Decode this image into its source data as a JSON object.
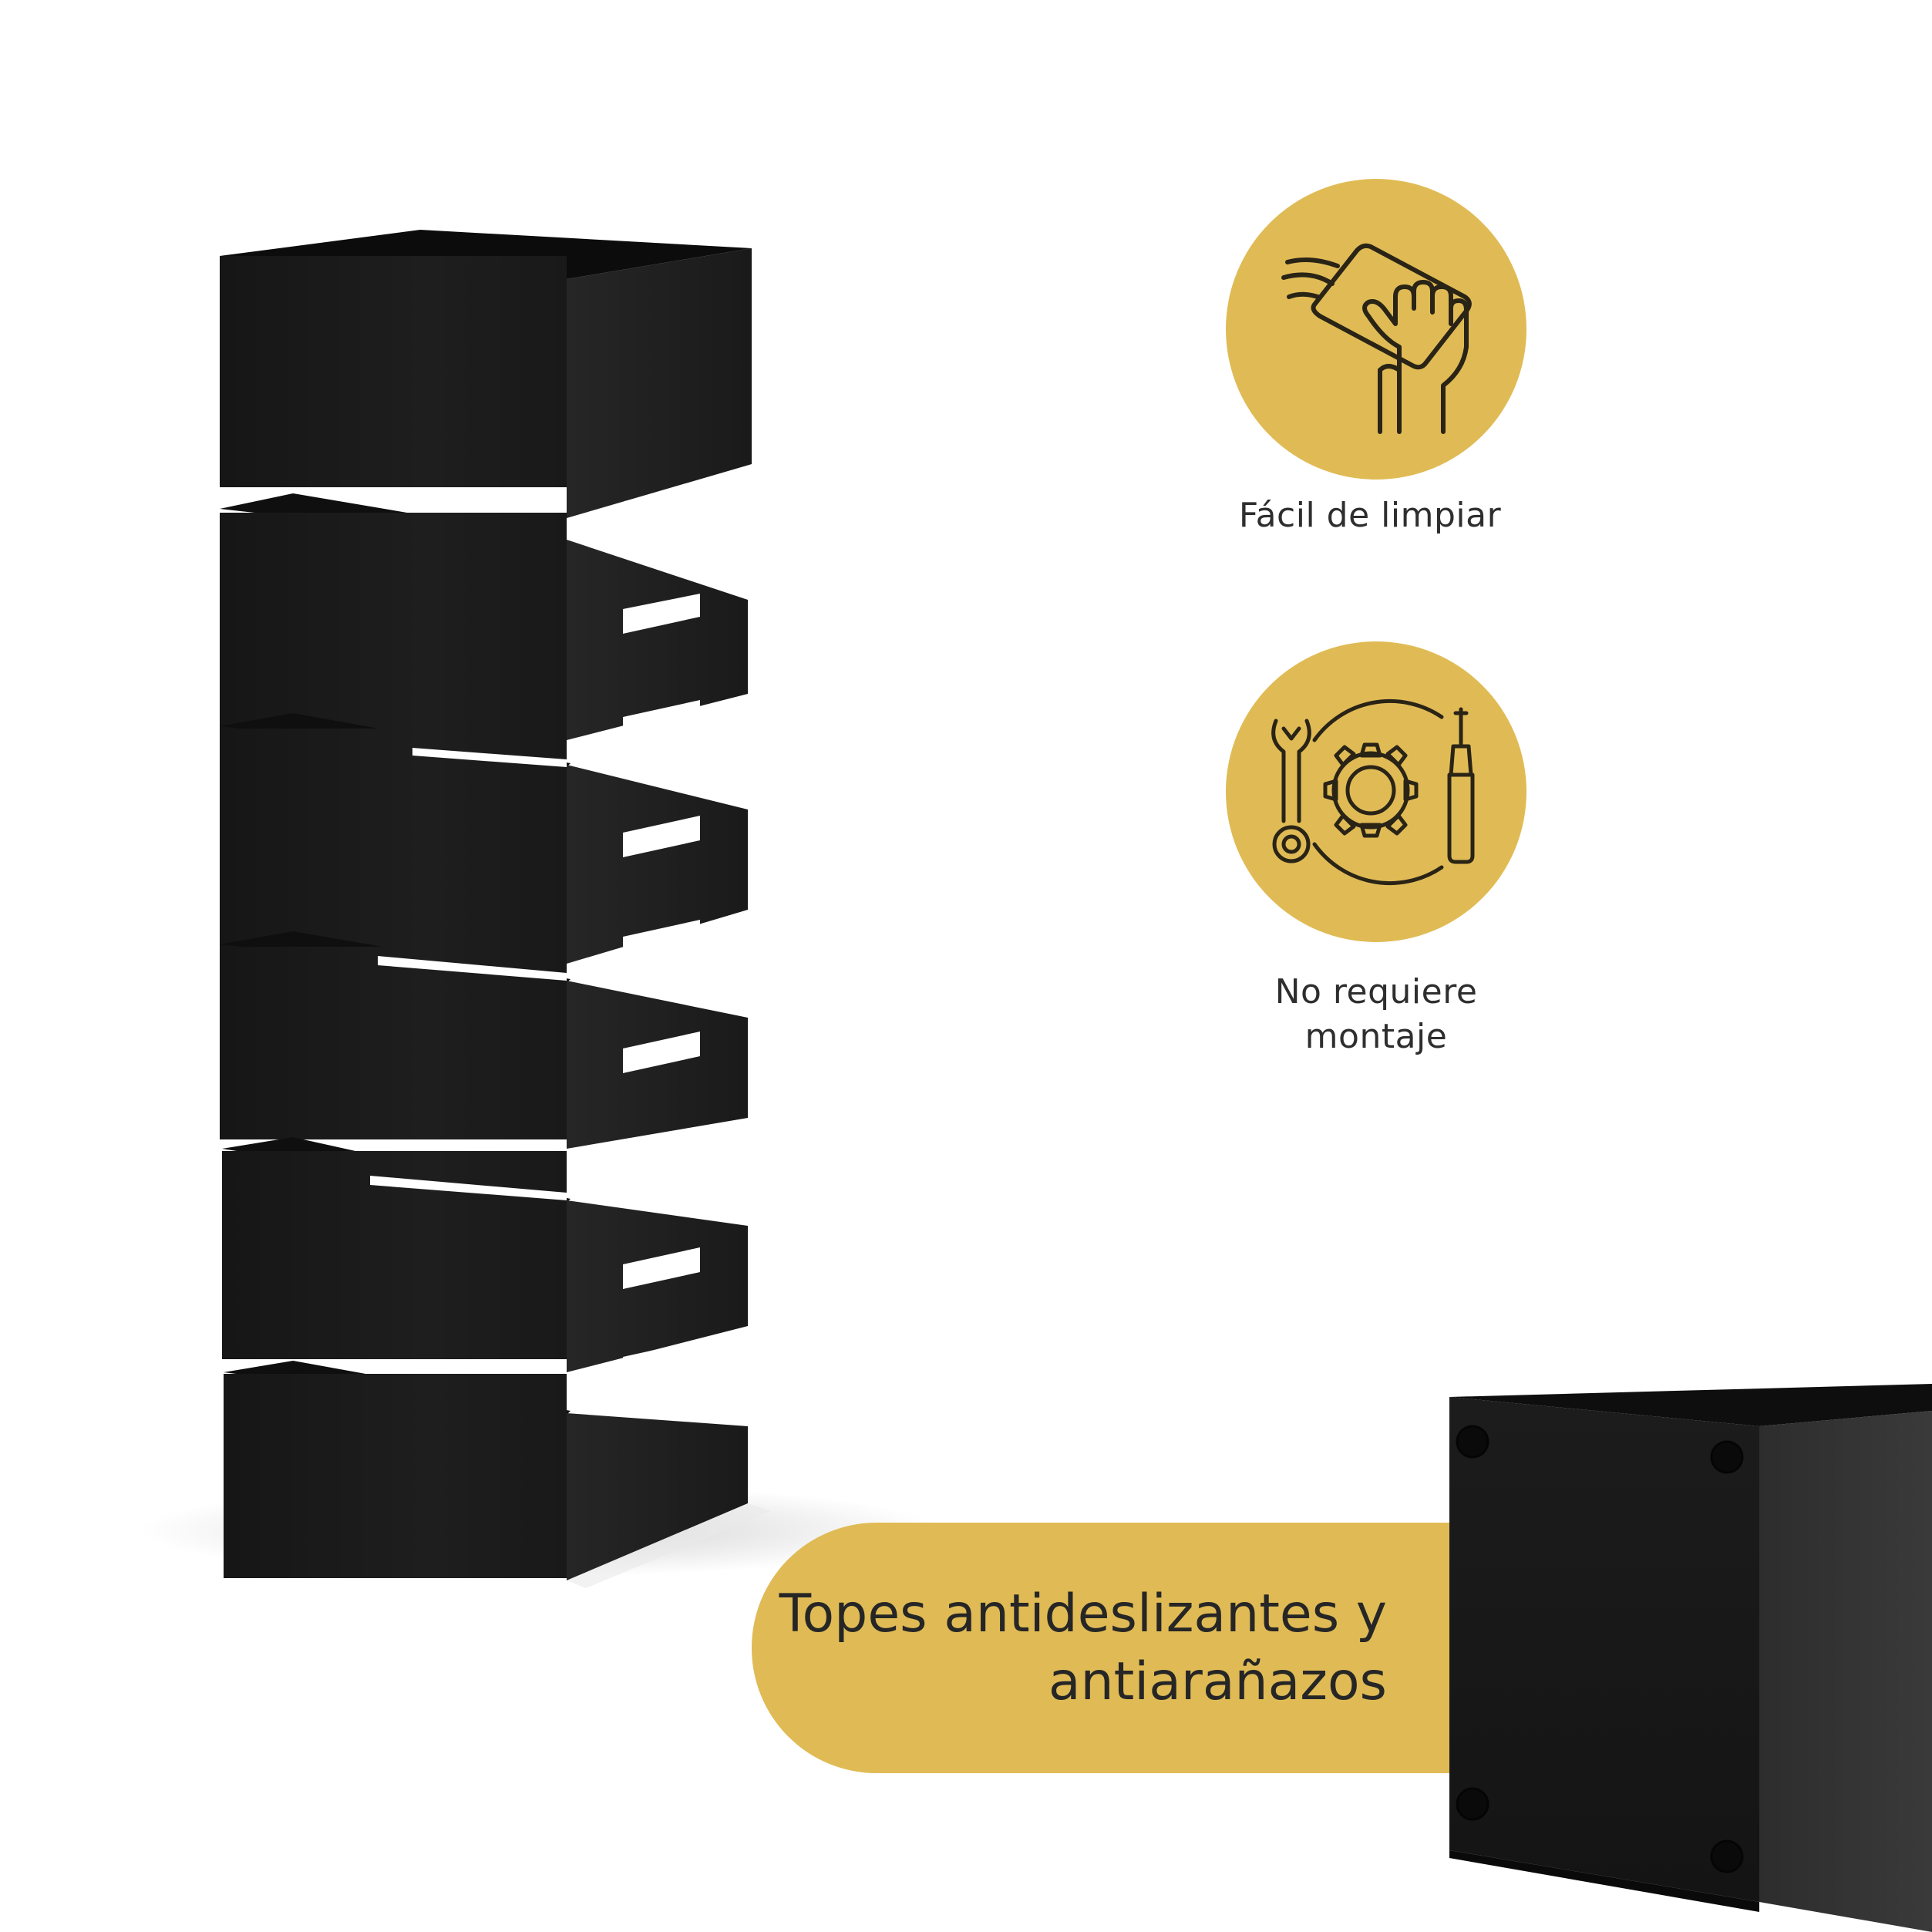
{
  "features": [
    {
      "icon": "hand-cleaning-cloth-icon",
      "label": "Fácil de limpiar"
    },
    {
      "icon": "tools-wrench-gear-screwdriver-icon",
      "label_lines": [
        "No requiere",
        "montaje"
      ]
    }
  ],
  "banner": {
    "lines": [
      "Topes antideslizantes y",
      "antiarañazos"
    ]
  },
  "colors": {
    "accent_gold": "#e0bb55",
    "product_black": "#1b1b1b",
    "icon_stroke": "#2a2416",
    "background": "#ffffff"
  }
}
